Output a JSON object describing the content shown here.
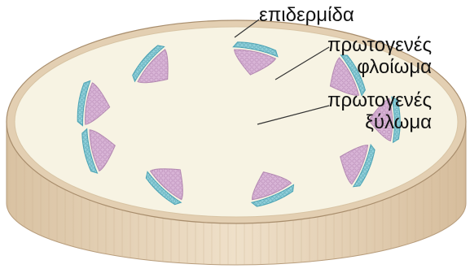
{
  "labels": {
    "epidermis": "επιδερμίδα",
    "phloem": [
      "πρωτογενές",
      "φλοίωμα"
    ],
    "xylem": [
      "πρωτογενές",
      "ξύλωμα"
    ]
  },
  "colors": {
    "cortex": "#f7f3e3",
    "cortex_rim": "#dcc6a7",
    "side": "#e6d3b8",
    "side_stripe": "#c8ad8c",
    "xylem": "#d8b4d6",
    "xylem_edge": "#b58bb3",
    "phloem": "#8fd0da",
    "phloem_edge": "#4fa7b8",
    "leader": "#333333"
  },
  "vascular_bundle_count": 9
}
